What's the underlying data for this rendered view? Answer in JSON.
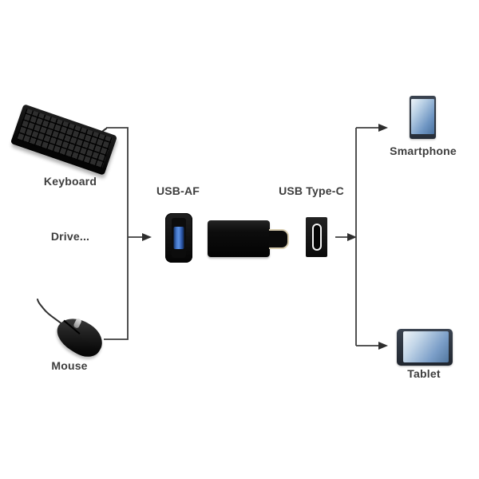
{
  "diagram": {
    "sources": {
      "keyboard_label": "Keyboard",
      "drive_label": "Drive...",
      "mouse_label": "Mouse"
    },
    "adapter": {
      "usb_af_label": "USB-AF",
      "usb_type_c_label": "USB Type-C"
    },
    "targets": {
      "smartphone_label": "Smartphone",
      "tablet_label": "Tablet"
    },
    "colors": {
      "background": "#ffffff",
      "line": "#3e3e3e",
      "text": "#3d3d3d",
      "device_black": "#0d0d0d",
      "usb_af_blue": "#4a7ed2",
      "usb_c_plug_trim": "#d8cdb0",
      "usb_c_pill_outline": "#f4f4f4",
      "screen_gradient_start": "#eef4f9",
      "screen_gradient_end": "#49719f",
      "device_frame": "#3a4350"
    }
  }
}
